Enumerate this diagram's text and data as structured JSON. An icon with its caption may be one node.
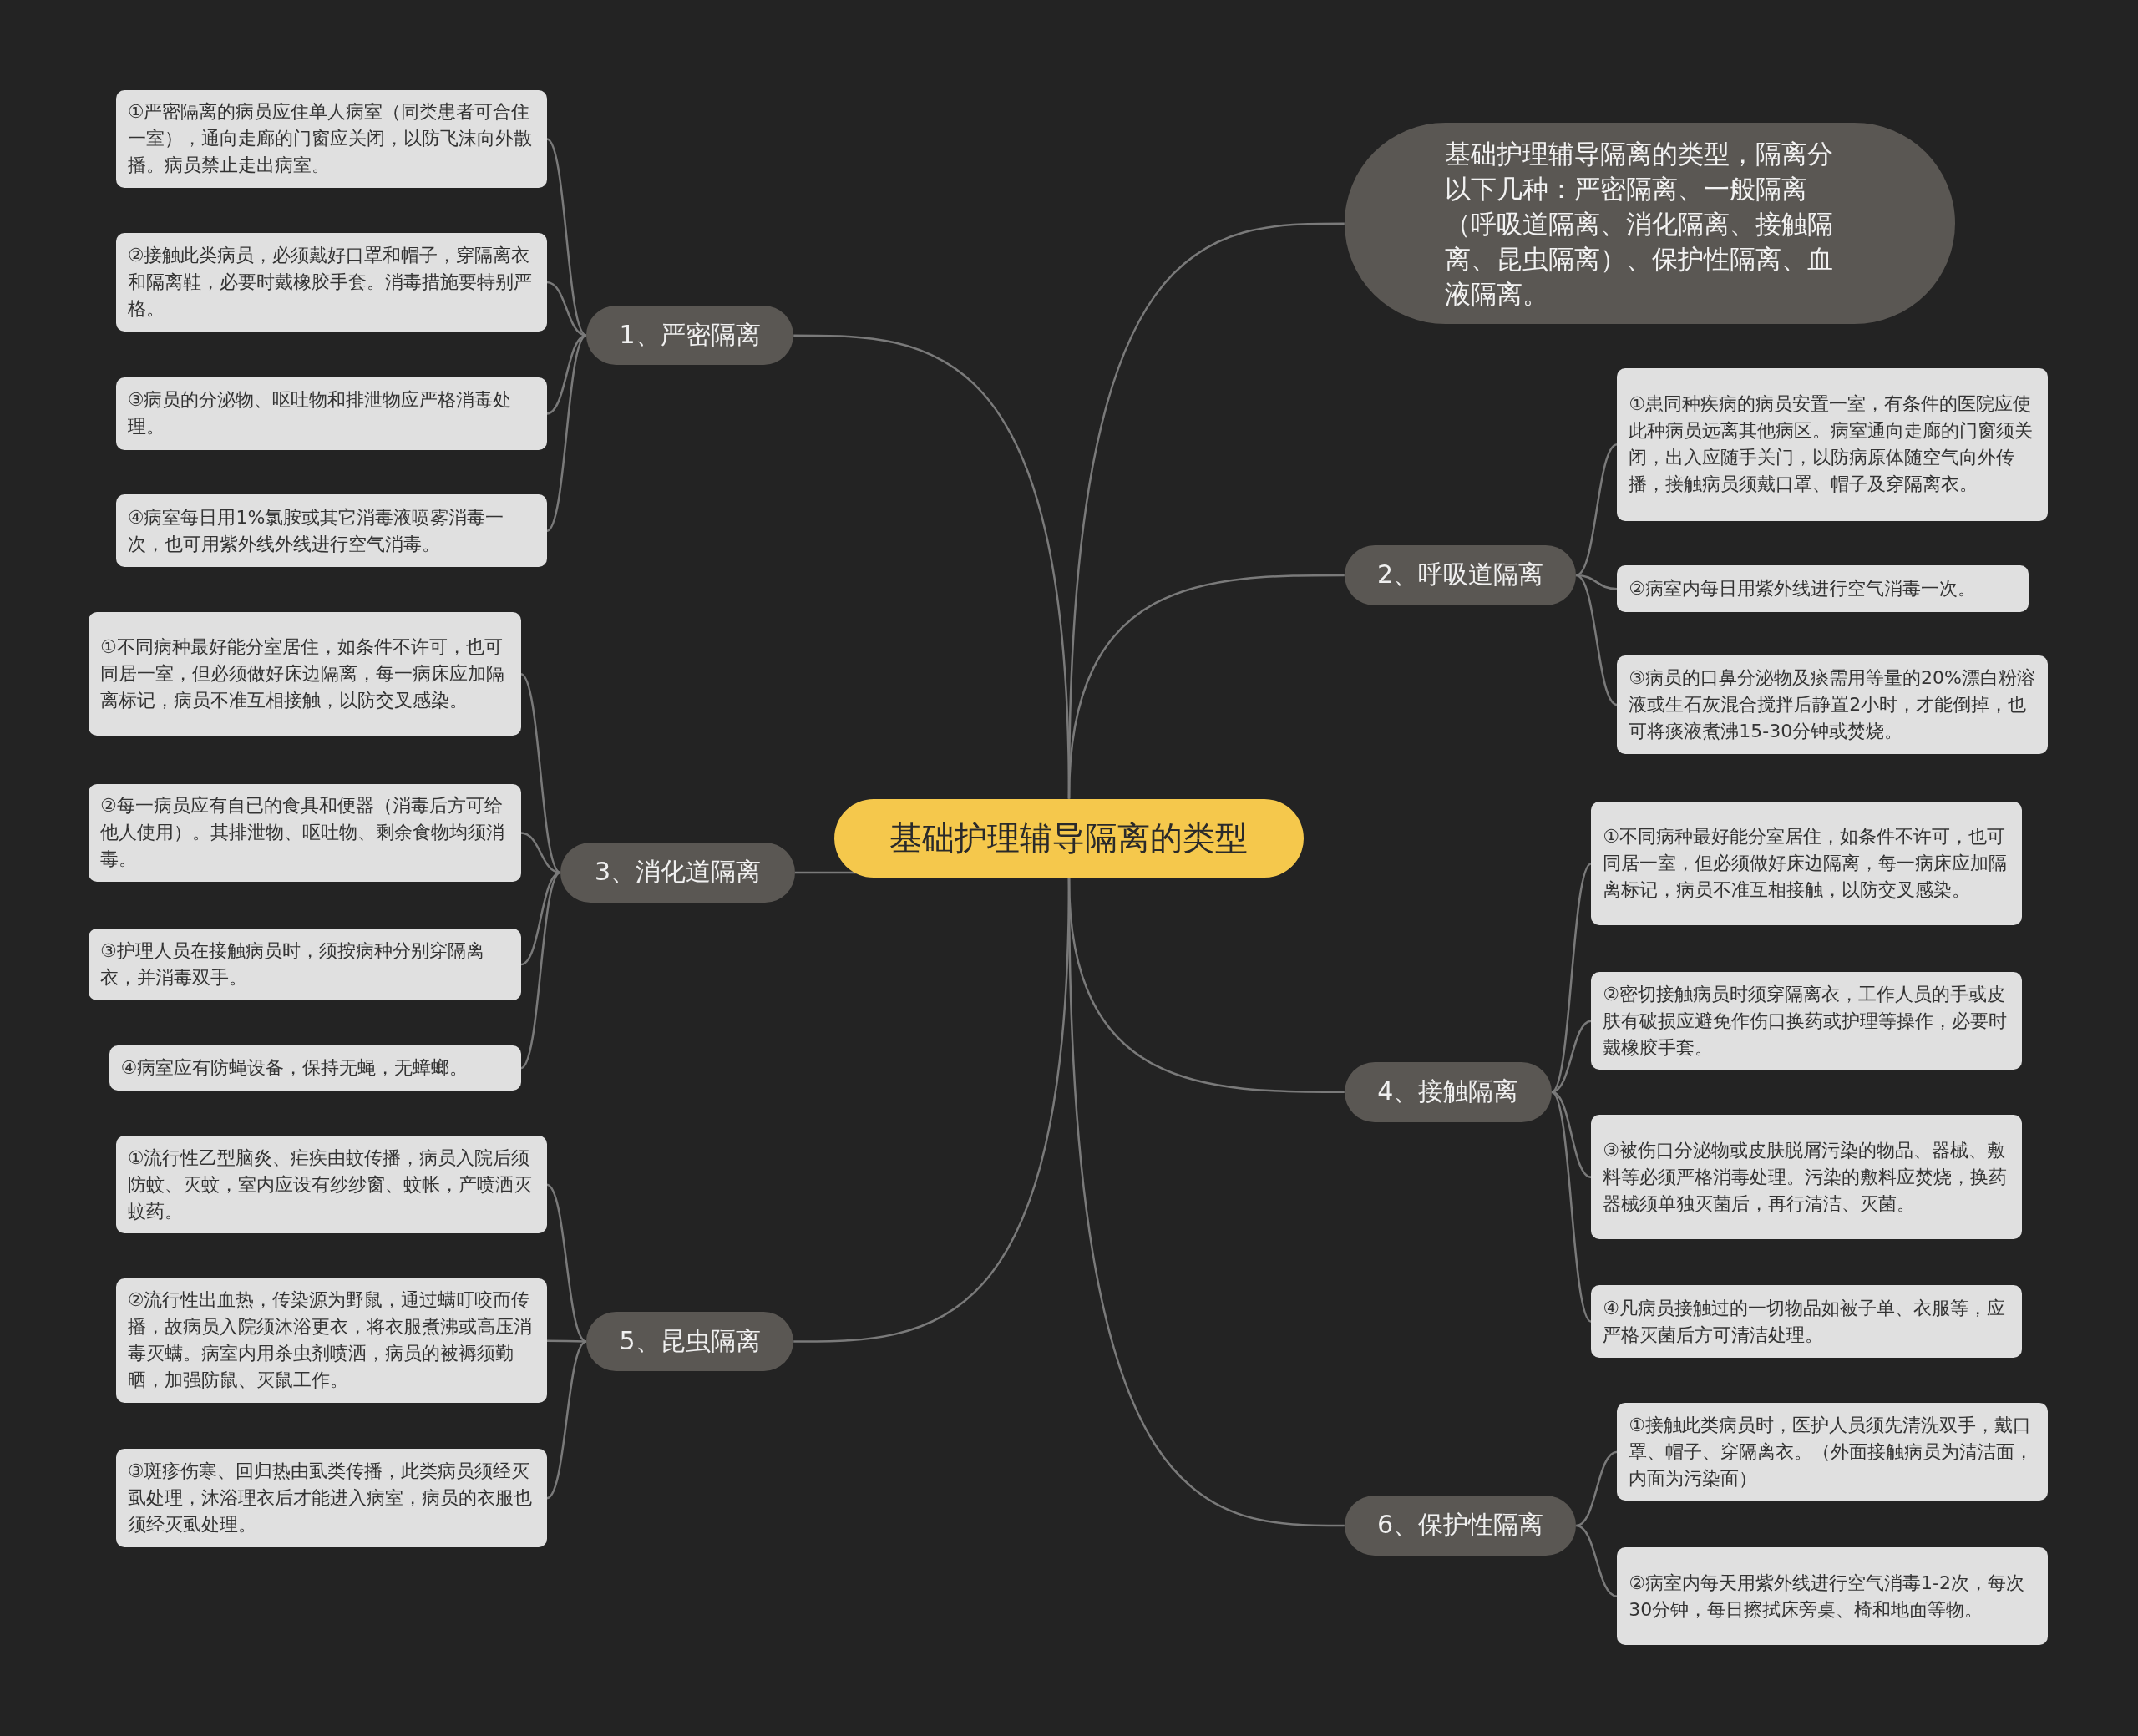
{
  "diagram": {
    "nodes": [
      {
        "text": [
          "基础护理辅导隔离的类型"
        ]
      },
      {
        "text": [
          "基础护理辅导隔离的类型，隔离分以下几种：严密隔离、一般隔离（呼吸道隔离、消化隔离、接触隔离、昆虫隔离）、保护性隔离、血液隔离。"
        ]
      },
      {
        "text": [
          "1、严密隔离"
        ]
      },
      {
        "text": [
          "①严密隔离的病员应住单人病室（同类患者可合住一室），通向走廊的门窗应关闭，以防飞沫向外散播。病员禁止走出病室。"
        ]
      },
      {
        "text": [
          "②接触此类病员，必须戴好口罩和帽子，穿隔离衣和隔离鞋，必要时戴橡胶手套。消毒措施要特别严格。"
        ]
      },
      {
        "text": [
          "③病员的分泌物、呕吐物和排泄物应严格消毒处理。"
        ]
      },
      {
        "text": [
          "④病室每日用1%氯胺或其它消毒液喷雾消毒一次，也可用紫外线外线进行空气消毒。"
        ]
      },
      {
        "text": [
          "2、呼吸道隔离"
        ]
      },
      {
        "text": [
          "①患同种疾病的病员安置一室，有条件的医院应使此种病员远离其他病区。病室通向走廊的门窗须关闭，出入应随手关门，以防病原体随空气向外传播，接触病员须戴口罩、帽子及穿隔离衣。"
        ]
      },
      {
        "text": [
          "②病室内每日用紫外线进行空气消毒一次。"
        ]
      },
      {
        "text": [
          "③病员的口鼻分泌物及痰需用等量的20%漂白粉溶液或生石灰混合搅拌后静置2小时，才能倒掉，也可将痰液煮沸15-30分钟或焚烧。"
        ]
      },
      {
        "text": [
          "3、消化道隔离"
        ]
      },
      {
        "text": [
          "①不同病种最好能分室居住，如条件不许可，也可同居一室，但必须做好床边隔离，每一病床应加隔离标记，病员不准互相接触，以防交叉感染。"
        ]
      },
      {
        "text": [
          "②每一病员应有自已的食具和便器（消毒后方可给他人使用）。其排泄物、呕吐物、剩余食物均须消毒。"
        ]
      },
      {
        "text": [
          "③护理人员在接触病员时，须按病种分别穿隔离衣，并消毒双手。"
        ]
      },
      {
        "text": [
          "④病室应有防蝇设备，保持无蝇，无蟑螂。"
        ]
      },
      {
        "text": [
          "4、接触隔离"
        ]
      },
      {
        "text": [
          "①不同病种最好能分室居住，如条件不许可，也可同居一室，但必须做好床边隔离，每一病床应加隔离标记，病员不准互相接触，以防交叉感染。"
        ]
      },
      {
        "text": [
          "②密切接触病员时须穿隔离衣，工作人员的手或皮肤有破损应避免作伤口换药或护理等操作，必要时戴橡胶手套。"
        ]
      },
      {
        "text": [
          "③被伤口分泌物或皮肤脱屑污染的物品、器械、敷料等必须严格消毒处理。污染的敷料应焚烧，换药器械须单独灭菌后，再行清洁、灭菌。"
        ]
      },
      {
        "text": [
          "④凡病员接触过的一切物品如被子单、衣服等，应严格灭菌后方可清洁处理。"
        ]
      },
      {
        "text": [
          "5、昆虫隔离"
        ]
      },
      {
        "text": [
          "①流行性乙型脑炎、疟疾由蚊传播，病员入院后须防蚊、灭蚊，室内应设有纱纱窗、蚊帐，产喷洒灭蚊药。"
        ]
      },
      {
        "text": [
          "②流行性出血热，传染源为野鼠，通过螨叮咬而传播，故病员入院须沐浴更衣，将衣服煮沸或高压消毒灭螨。病室内用杀虫剂喷洒，病员的被褥须勤晒，加强防鼠、灭鼠工作。"
        ]
      },
      {
        "text": [
          "③斑疹伤寒、回归热由虱类传播，此类病员须经灭虱处理，沐浴理衣后才能进入病室，病员的衣服也须经灭虱处理。"
        ]
      },
      {
        "text": [
          "6、保护性隔离"
        ]
      },
      {
        "text": [
          "①接触此类病员时，医护人员须先清洗双手，戴口罩、帽子、穿隔离衣。（外面接触病员为清洁面，内面为污染面）"
        ]
      },
      {
        "text": [
          "②病室内每天用紫外线进行空气消毒1-2次，每次30分钟，每日擦拭床旁桌、椅和地面等物。"
        ]
      }
    ],
    "edges": [
      {
        "from": 0,
        "to": 1,
        "arrow": "none"
      },
      {
        "from": 0,
        "to": 2,
        "arrow": "none"
      },
      {
        "from": 0,
        "to": 7,
        "arrow": "none"
      },
      {
        "from": 0,
        "to": 11,
        "arrow": "none"
      },
      {
        "from": 0,
        "to": 16,
        "arrow": "none"
      },
      {
        "from": 0,
        "to": 21,
        "arrow": "none"
      },
      {
        "from": 0,
        "to": 25,
        "arrow": "none"
      },
      {
        "from": 2,
        "to": 3,
        "arrow": "none"
      },
      {
        "from": 2,
        "to": 4,
        "arrow": "none"
      },
      {
        "from": 2,
        "to": 5,
        "arrow": "none"
      },
      {
        "from": 2,
        "to": 6,
        "arrow": "none"
      },
      {
        "from": 7,
        "to": 8,
        "arrow": "none"
      },
      {
        "from": 7,
        "to": 9,
        "arrow": "none"
      },
      {
        "from": 7,
        "to": 10,
        "arrow": "none"
      },
      {
        "from": 11,
        "to": 12,
        "arrow": "none"
      },
      {
        "from": 11,
        "to": 13,
        "arrow": "none"
      },
      {
        "from": 11,
        "to": 14,
        "arrow": "none"
      },
      {
        "from": 11,
        "to": 15,
        "arrow": "none"
      },
      {
        "from": 16,
        "to": 17,
        "arrow": "none"
      },
      {
        "from": 16,
        "to": 18,
        "arrow": "none"
      },
      {
        "from": 16,
        "to": 19,
        "arrow": "none"
      },
      {
        "from": 16,
        "to": 20,
        "arrow": "none"
      },
      {
        "from": 21,
        "to": 22,
        "arrow": "none"
      },
      {
        "from": 21,
        "to": 23,
        "arrow": "none"
      },
      {
        "from": 21,
        "to": 24,
        "arrow": "none"
      },
      {
        "from": 25,
        "to": 26,
        "arrow": "none"
      },
      {
        "from": 25,
        "to": 27,
        "arrow": "none"
      }
    ]
  }
}
